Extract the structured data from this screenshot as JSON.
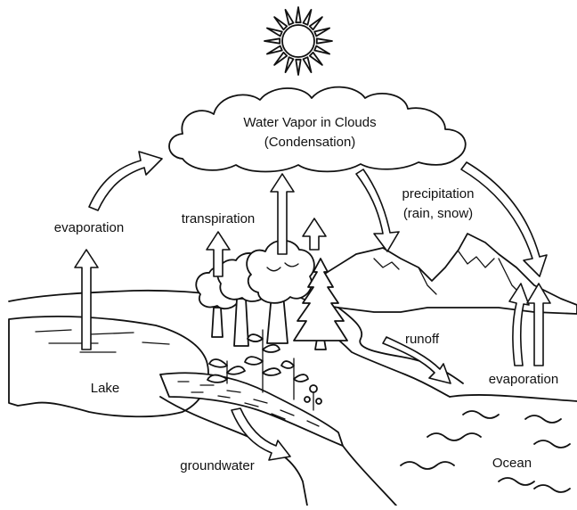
{
  "diagram": {
    "cloud_label_line1": "Water Vapor in Clouds",
    "cloud_label_line2": "(Condensation)",
    "precipitation_line1": "precipitation",
    "precipitation_line2": "(rain, snow)",
    "evaporation_left": "evaporation",
    "transpiration": "transpiration",
    "runoff": "runoff",
    "evaporation_right": "evaporation",
    "lake": "Lake",
    "groundwater": "groundwater",
    "ocean": "Ocean"
  }
}
